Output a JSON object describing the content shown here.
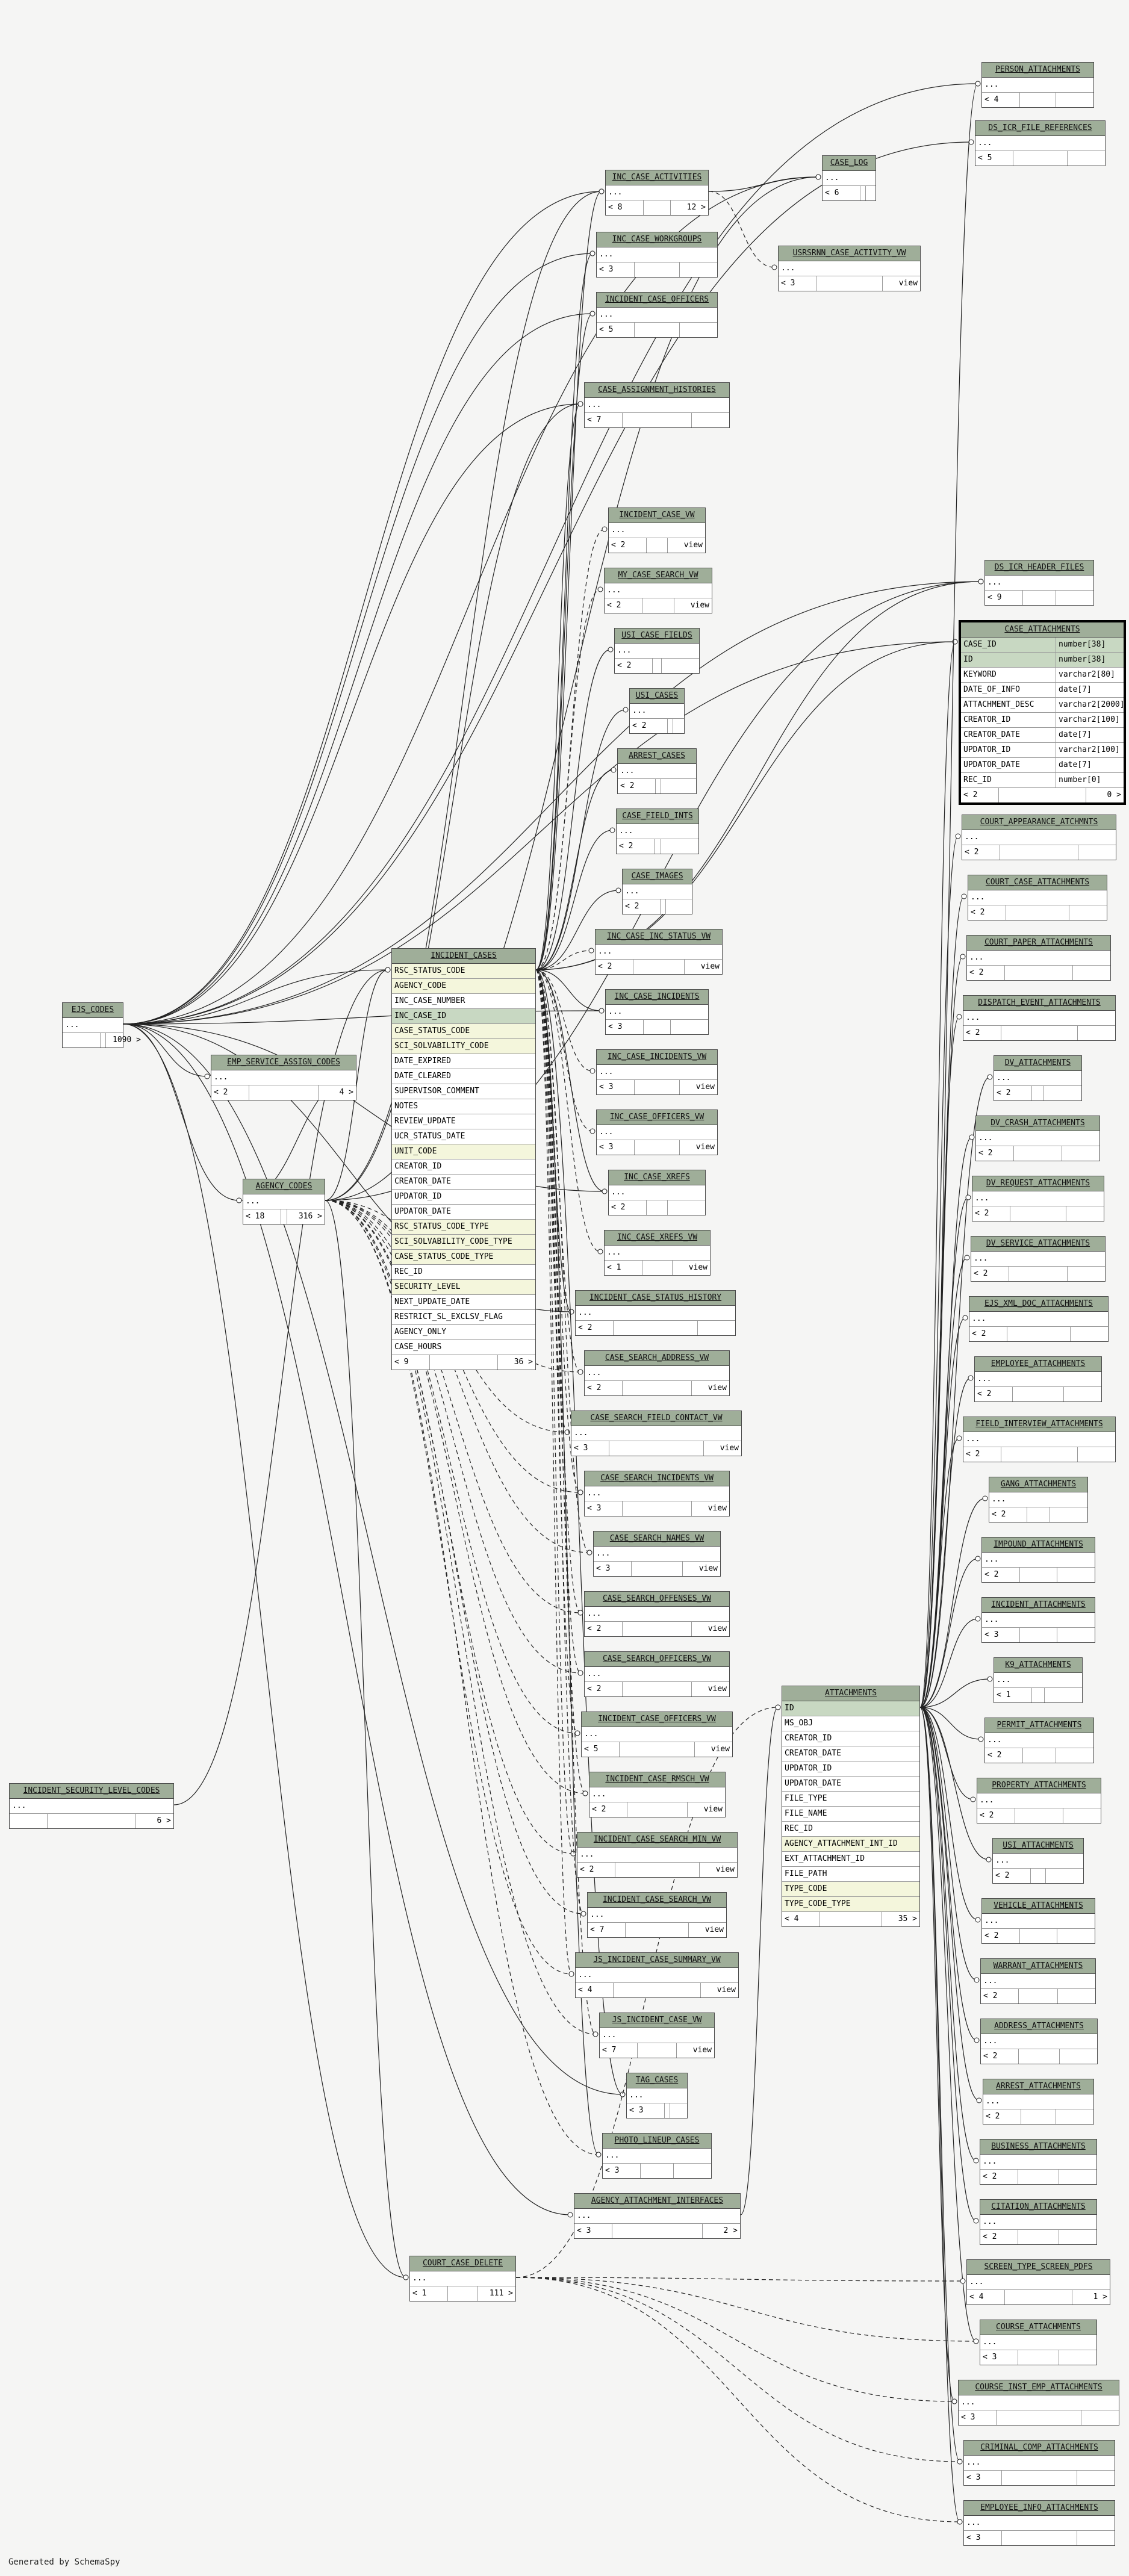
{
  "footer": "Generated by SchemaSpy",
  "tables": [
    {
      "key": "person_att",
      "name": "PERSON_ATTACHMENTS",
      "children": "< 4"
    },
    {
      "key": "ds_icr_file_refs",
      "name": "DS_ICR_FILE_REFERENCES",
      "children": "< 5"
    },
    {
      "key": "case_log",
      "name": "CASE_LOG",
      "children": "< 6"
    },
    {
      "key": "inc_case_activities",
      "name": "INC_CASE_ACTIVITIES",
      "children": "< 8",
      "parents": "12 >"
    },
    {
      "key": "inc_case_workgroups",
      "name": "INC_CASE_WORKGROUPS",
      "children": "< 3"
    },
    {
      "key": "usrsrnn_case_activity_vw",
      "name": "USRSRNN_CASE_ACTIVITY_VW",
      "children": "< 3",
      "type": "view"
    },
    {
      "key": "incident_case_officers",
      "name": "INCIDENT_CASE_OFFICERS",
      "children": "< 5"
    },
    {
      "key": "case_assignment_histories",
      "name": "CASE_ASSIGNMENT_HISTORIES",
      "children": "< 7"
    },
    {
      "key": "incident_case_vw",
      "name": "INCIDENT_CASE_VW",
      "children": "< 2",
      "type": "view"
    },
    {
      "key": "my_case_search_vw",
      "name": "MY_CASE_SEARCH_VW",
      "children": "< 2",
      "type": "view"
    },
    {
      "key": "usi_case_fields",
      "name": "USI_CASE_FIELDS",
      "children": "< 2"
    },
    {
      "key": "usi_cases",
      "name": "USI_CASES",
      "children": "< 2"
    },
    {
      "key": "arrest_cases",
      "name": "ARREST_CASES",
      "children": "< 2"
    },
    {
      "key": "case_field_ints",
      "name": "CASE_FIELD_INTS",
      "children": "< 2"
    },
    {
      "key": "case_images",
      "name": "CASE_IMAGES",
      "children": "< 2"
    },
    {
      "key": "inc_case_inc_status_vw",
      "name": "INC_CASE_INC_STATUS_VW",
      "children": "< 2",
      "type": "view"
    },
    {
      "key": "inc_case_incidents",
      "name": "INC_CASE_INCIDENTS",
      "children": "< 3"
    },
    {
      "key": "inc_case_incidents_vw",
      "name": "INC_CASE_INCIDENTS_VW",
      "children": "< 3",
      "type": "view"
    },
    {
      "key": "inc_case_officers_vw",
      "name": "INC_CASE_OFFICERS_VW",
      "children": "< 3",
      "type": "view"
    },
    {
      "key": "inc_case_xrefs",
      "name": "INC_CASE_XREFS",
      "children": "< 2"
    },
    {
      "key": "inc_case_xrefs_vw",
      "name": "INC_CASE_XREFS_VW",
      "children": "< 1",
      "type": "view"
    },
    {
      "key": "incident_case_status_history",
      "name": "INCIDENT_CASE_STATUS_HISTORY",
      "children": "< 2"
    },
    {
      "key": "case_search_address_vw",
      "name": "CASE_SEARCH_ADDRESS_VW",
      "children": "< 2",
      "type": "view"
    },
    {
      "key": "case_search_field_contact_vw",
      "name": "CASE_SEARCH_FIELD_CONTACT_VW",
      "children": "< 3",
      "type": "view"
    },
    {
      "key": "case_search_incidents_vw",
      "name": "CASE_SEARCH_INCIDENTS_VW",
      "children": "< 3",
      "type": "view"
    },
    {
      "key": "case_search_names_vw",
      "name": "CASE_SEARCH_NAMES_VW",
      "children": "< 3",
      "type": "view"
    },
    {
      "key": "case_search_offenses_vw",
      "name": "CASE_SEARCH_OFFENSES_VW",
      "children": "< 2",
      "type": "view"
    },
    {
      "key": "case_search_officers_vw",
      "name": "CASE_SEARCH_OFFICERS_VW",
      "children": "< 2",
      "type": "view"
    },
    {
      "key": "incident_case_officers_vw",
      "name": "INCIDENT_CASE_OFFICERS_VW",
      "children": "< 5",
      "type": "view"
    },
    {
      "key": "incident_case_rmsch_vw",
      "name": "INCIDENT_CASE_RMSCH_VW",
      "children": "< 2",
      "type": "view"
    },
    {
      "key": "incident_case_search_min_vw",
      "name": "INCIDENT_CASE_SEARCH_MIN_VW",
      "children": "< 2",
      "type": "view"
    },
    {
      "key": "incident_case_search_vw",
      "name": "INCIDENT_CASE_SEARCH_VW",
      "children": "< 7",
      "type": "view"
    },
    {
      "key": "js_incident_case_summary_vw",
      "name": "JS_INCIDENT_CASE_SUMMARY_VW",
      "children": "< 4",
      "type": "view"
    },
    {
      "key": "js_incident_case_vw",
      "name": "JS_INCIDENT_CASE_VW",
      "children": "< 7",
      "type": "view"
    },
    {
      "key": "tag_cases",
      "name": "TAG_CASES",
      "children": "< 3"
    },
    {
      "key": "photo_lineup_cases",
      "name": "PHOTO_LINEUP_CASES",
      "children": "< 3"
    },
    {
      "key": "agency_attachment_interfaces",
      "name": "AGENCY_ATTACHMENT_INTERFACES",
      "children": "< 3",
      "parents": "2 >"
    },
    {
      "key": "court_case_delete",
      "name": "COURT_CASE_DELETE",
      "children": "< 1",
      "parents": "111 >"
    },
    {
      "key": "ejs_codes",
      "name": "EJS_CODES",
      "children": "",
      "parents": "1090 >"
    },
    {
      "key": "emp_service_assign_codes",
      "name": "EMP_SERVICE_ASSIGN_CODES",
      "children": "< 2",
      "parents": "4 >"
    },
    {
      "key": "agency_codes",
      "name": "AGENCY_CODES",
      "children": "< 18",
      "parents": "316 >"
    },
    {
      "key": "incident_security_level_codes",
      "name": "INCIDENT_SECURITY_LEVEL_CODES",
      "children": "",
      "parents": "6 >"
    },
    {
      "key": "ds_icr_header_files",
      "name": "DS_ICR_HEADER_FILES",
      "children": "< 9"
    },
    {
      "key": "court_appearance_atchmnts",
      "name": "COURT_APPEARANCE_ATCHMNTS",
      "children": "< 2"
    },
    {
      "key": "court_case_attachments",
      "name": "COURT_CASE_ATTACHMENTS",
      "children": "< 2"
    },
    {
      "key": "court_paper_attachments",
      "name": "COURT_PAPER_ATTACHMENTS",
      "children": "< 2"
    },
    {
      "key": "dispatch_event_attachments",
      "name": "DISPATCH_EVENT_ATTACHMENTS",
      "children": "< 2"
    },
    {
      "key": "dv_attachments",
      "name": "DV_ATTACHMENTS",
      "children": "< 2"
    },
    {
      "key": "dv_crash_attachments",
      "name": "DV_CRASH_ATTACHMENTS",
      "children": "< 2"
    },
    {
      "key": "dv_request_attachments",
      "name": "DV_REQUEST_ATTACHMENTS",
      "children": "< 2"
    },
    {
      "key": "dv_service_attachments",
      "name": "DV_SERVICE_ATTACHMENTS",
      "children": "< 2"
    },
    {
      "key": "ejs_xml_doc_attachments",
      "name": "EJS_XML_DOC_ATTACHMENTS",
      "children": "< 2"
    },
    {
      "key": "employee_attachments",
      "name": "EMPLOYEE_ATTACHMENTS",
      "children": "< 2"
    },
    {
      "key": "field_interview_attachments",
      "name": "FIELD_INTERVIEW_ATTACHMENTS",
      "children": "< 2"
    },
    {
      "key": "gang_attachments",
      "name": "GANG_ATTACHMENTS",
      "children": "< 2"
    },
    {
      "key": "impound_attachments",
      "name": "IMPOUND_ATTACHMENTS",
      "children": "< 2"
    },
    {
      "key": "incident_attachments",
      "name": "INCIDENT_ATTACHMENTS",
      "children": "< 3"
    },
    {
      "key": "k9_attachments",
      "name": "K9_ATTACHMENTS",
      "children": "< 1"
    },
    {
      "key": "permit_attachments",
      "name": "PERMIT_ATTACHMENTS",
      "children": "< 2"
    },
    {
      "key": "property_attachments",
      "name": "PROPERTY_ATTACHMENTS",
      "children": "< 2"
    },
    {
      "key": "usi_attachments",
      "name": "USI_ATTACHMENTS",
      "children": "< 2"
    },
    {
      "key": "vehicle_attachments",
      "name": "VEHICLE_ATTACHMENTS",
      "children": "< 2"
    },
    {
      "key": "warrant_attachments",
      "name": "WARRANT_ATTACHMENTS",
      "children": "< 2"
    },
    {
      "key": "address_attachments",
      "name": "ADDRESS_ATTACHMENTS",
      "children": "< 2"
    },
    {
      "key": "arrest_attachments",
      "name": "ARREST_ATTACHMENTS",
      "children": "< 2"
    },
    {
      "key": "business_attachments",
      "name": "BUSINESS_ATTACHMENTS",
      "children": "< 2"
    },
    {
      "key": "citation_attachments",
      "name": "CITATION_ATTACHMENTS",
      "children": "< 2"
    },
    {
      "key": "screen_type_screen_pdfs",
      "name": "SCREEN_TYPE_SCREEN_PDFS",
      "children": "< 4",
      "parents": "1 >"
    },
    {
      "key": "course_attachments",
      "name": "COURSE_ATTACHMENTS",
      "children": "< 3"
    },
    {
      "key": "course_inst_emp_attachments",
      "name": "COURSE_INST_EMP_ATTACHMENTS",
      "children": "< 3"
    },
    {
      "key": "criminal_comp_attachments",
      "name": "CRIMINAL_COMP_ATTACHMENTS",
      "children": "< 3"
    },
    {
      "key": "employee_info_attachments",
      "name": "EMPLOYEE_INFO_ATTACHMENTS",
      "children": "< 3"
    }
  ],
  "incident_cases": {
    "name": "INCIDENT_CASES",
    "columns": [
      {
        "n": "RSC_STATUS_CODE",
        "k": "fk"
      },
      {
        "n": "AGENCY_CODE",
        "k": "fk"
      },
      {
        "n": "INC_CASE_NUMBER",
        "k": ""
      },
      {
        "n": "INC_CASE_ID",
        "k": "pk"
      },
      {
        "n": "CASE_STATUS_CODE",
        "k": "fk"
      },
      {
        "n": "SCI_SOLVABILITY_CODE",
        "k": "fk"
      },
      {
        "n": "DATE_EXPIRED",
        "k": ""
      },
      {
        "n": "DATE_CLEARED",
        "k": ""
      },
      {
        "n": "SUPERVISOR_COMMENT",
        "k": ""
      },
      {
        "n": "NOTES",
        "k": ""
      },
      {
        "n": "REVIEW_UPDATE",
        "k": ""
      },
      {
        "n": "UCR_STATUS_DATE",
        "k": ""
      },
      {
        "n": "UNIT_CODE",
        "k": "fk"
      },
      {
        "n": "CREATOR_ID",
        "k": ""
      },
      {
        "n": "CREATOR_DATE",
        "k": ""
      },
      {
        "n": "UPDATOR_ID",
        "k": ""
      },
      {
        "n": "UPDATOR_DATE",
        "k": ""
      },
      {
        "n": "RSC_STATUS_CODE_TYPE",
        "k": "fk"
      },
      {
        "n": "SCI_SOLVABILITY_CODE_TYPE",
        "k": "fk"
      },
      {
        "n": "CASE_STATUS_CODE_TYPE",
        "k": "fk"
      },
      {
        "n": "REC_ID",
        "k": ""
      },
      {
        "n": "SECURITY_LEVEL",
        "k": "fk"
      },
      {
        "n": "NEXT_UPDATE_DATE",
        "k": ""
      },
      {
        "n": "RESTRICT_SL_EXCLSV_FLAG",
        "k": ""
      },
      {
        "n": "AGENCY_ONLY",
        "k": ""
      },
      {
        "n": "CASE_HOURS",
        "k": ""
      }
    ],
    "children": "< 9",
    "parents": "36 >"
  },
  "case_attachments": {
    "name": "CASE_ATTACHMENTS",
    "columns": [
      {
        "n": "CASE_ID",
        "t": "number[38]",
        "k": "pk"
      },
      {
        "n": "ID",
        "t": "number[38]",
        "k": "pk"
      },
      {
        "n": "KEYWORD",
        "t": "varchar2[80]",
        "k": ""
      },
      {
        "n": "DATE_OF_INFO",
        "t": "date[7]",
        "k": ""
      },
      {
        "n": "ATTACHMENT_DESC",
        "t": "varchar2[2000]",
        "k": ""
      },
      {
        "n": "CREATOR_ID",
        "t": "varchar2[100]",
        "k": ""
      },
      {
        "n": "CREATOR_DATE",
        "t": "date[7]",
        "k": ""
      },
      {
        "n": "UPDATOR_ID",
        "t": "varchar2[100]",
        "k": ""
      },
      {
        "n": "UPDATOR_DATE",
        "t": "date[7]",
        "k": ""
      },
      {
        "n": "REC_ID",
        "t": "number[0]",
        "k": ""
      }
    ],
    "children": "< 2",
    "parents": "0 >"
  },
  "attachments": {
    "name": "ATTACHMENTS",
    "columns": [
      {
        "n": "ID",
        "k": "pk"
      },
      {
        "n": "MS_OBJ",
        "k": ""
      },
      {
        "n": "CREATOR_ID",
        "k": ""
      },
      {
        "n": "CREATOR_DATE",
        "k": ""
      },
      {
        "n": "UPDATOR_ID",
        "k": ""
      },
      {
        "n": "UPDATOR_DATE",
        "k": ""
      },
      {
        "n": "FILE_TYPE",
        "k": ""
      },
      {
        "n": "FILE_NAME",
        "k": ""
      },
      {
        "n": "REC_ID",
        "k": ""
      },
      {
        "n": "AGENCY_ATTACHMENT_INT_ID",
        "k": "fk"
      },
      {
        "n": "EXT_ATTACHMENT_ID",
        "k": ""
      },
      {
        "n": "FILE_PATH",
        "k": ""
      },
      {
        "n": "TYPE_CODE",
        "k": "fk"
      },
      {
        "n": "TYPE_CODE_TYPE",
        "k": "fk"
      }
    ],
    "children": "< 4",
    "parents": "35 >"
  }
}
